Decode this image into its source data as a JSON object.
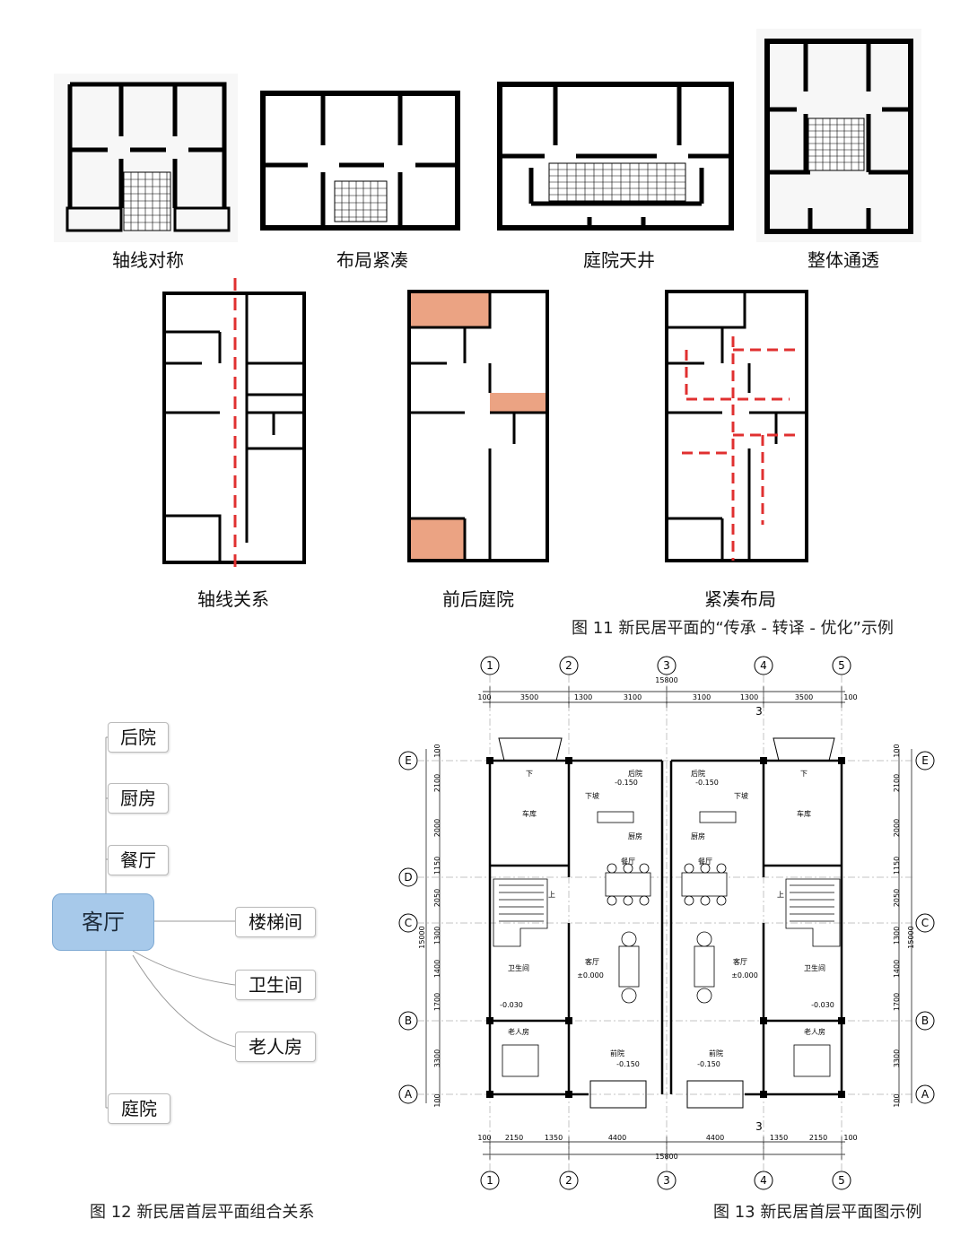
{
  "top_row_labels": [
    "轴线对称",
    "布局紧凑",
    "庭院天井",
    "整体通透"
  ],
  "mid_row_labels": [
    "轴线关系",
    "前后庭院",
    "紧凑布局"
  ],
  "fig11_caption": "图 11 新民居平面的“传承 - 转译 - 优化”示例",
  "mindmap": {
    "root": "客厅",
    "left_nodes": [
      "后院",
      "厨房",
      "餐厅",
      "庭院"
    ],
    "right_nodes": [
      "楼梯间",
      "卫生间",
      "老人房"
    ]
  },
  "fig12_caption": "图 12 新民居首层平面组合关系",
  "fig13_caption": "图 13 新民居首层平面图示例",
  "floorplan": {
    "axis_numbers": [
      "1",
      "2",
      "3",
      "4",
      "5"
    ],
    "axis_letters": [
      "E",
      "D",
      "C",
      "B",
      "A"
    ],
    "total_width": "15800",
    "top_dims": [
      "100",
      "3500",
      "1300",
      "3100",
      "3100",
      "1300",
      "3500",
      "100"
    ],
    "bottom_dims": [
      "100",
      "2150",
      "1350",
      "4400",
      "4400",
      "1350",
      "2150",
      "100"
    ],
    "side_dims": [
      "100",
      "2100",
      "2000",
      "1150",
      "2050",
      "1300",
      "1400",
      "1700",
      "3300",
      "100"
    ],
    "total_depth": "15000",
    "section_mark": "3",
    "room_labels": [
      "后院",
      "厨房",
      "餐厅",
      "客厅",
      "老人房",
      "卫生间",
      "前院",
      "车库"
    ],
    "levels": [
      "-0.150",
      "±0.000",
      "-0.030",
      "-0.150"
    ],
    "stair_notes": [
      "下",
      "上",
      "下坡"
    ]
  }
}
